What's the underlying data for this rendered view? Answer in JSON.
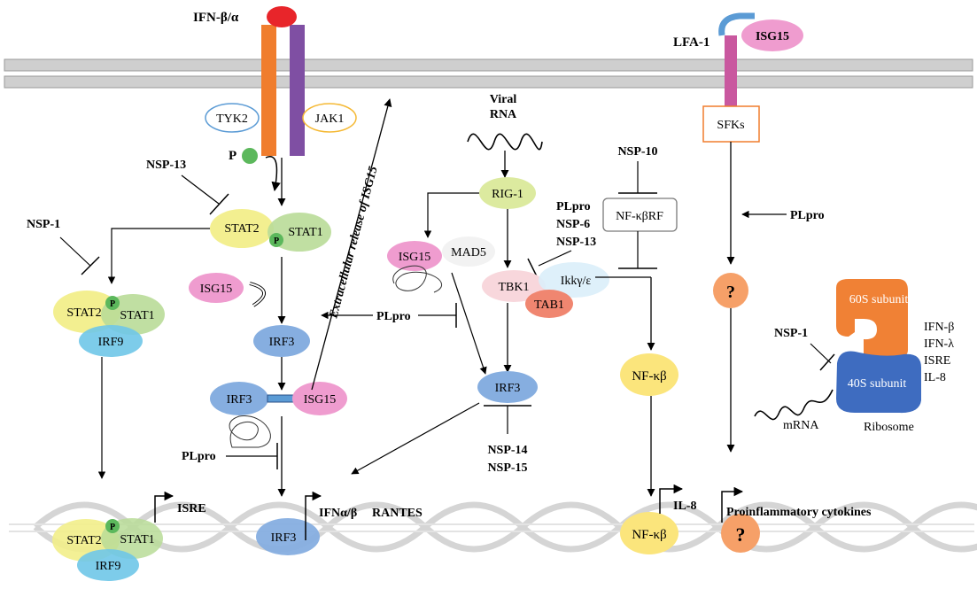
{
  "labels": {
    "ifn_beta_alpha": "IFN-β/α",
    "tyk2": "TYK2",
    "jak1": "JAK1",
    "p": "P",
    "nsp13_left": "NSP-13",
    "nsp1_left": "NSP-1",
    "stat2": "STAT2",
    "stat1": "STAT1",
    "irf9": "IRF9",
    "isg15": "ISG15",
    "irf3": "IRF3",
    "plpro": "PLpro",
    "extracellular": "Extracellular release of ISG15",
    "viral": "Viral",
    "rna": "RNA",
    "rig1": "RIG-1",
    "mad5": "MAD5",
    "tbk1": "TBK1",
    "ikk": "Ikkγ/ε",
    "tab1": "TAB1",
    "plpro_nsp_block": [
      "PLpro",
      "NSP-6",
      "NSP-13"
    ],
    "nsp14": "NSP-14",
    "nsp15": "NSP-15",
    "nsp10": "NSP-10",
    "nfkbrf": "NF-κβRF",
    "nfkb": "NF-κβ",
    "lfa1": "LFA-1",
    "sfks": "SFKs",
    "question": "?",
    "subunit_60s": "60S subunit",
    "subunit_40s": "40S  subunit",
    "ribosome": "Ribosome",
    "mrna": "mRNA",
    "nsp1_right": "NSP-1",
    "ifn_list": [
      "IFN-β",
      "IFN-λ",
      "ISRE",
      "IL-8"
    ],
    "isre": "ISRE",
    "ifna_b": "IFNα/β",
    "rantes": "RANTES",
    "il8": "IL-8",
    "proinflammatory": "Proinflammatory cytokines"
  },
  "colors": {
    "membrane": "#c8c8c8",
    "ifn_ligand": "#e8252a",
    "receptor_orange": "#f07d2d",
    "receptor_purple": "#7f4fa3",
    "tyk2_ring": "#5b9bd5",
    "jak1_ring": "#f5b935",
    "p_green": "#5cb85c",
    "stat2": "#f2ee8a",
    "stat1": "#b9dc98",
    "irf9": "#6fc6e8",
    "isg15": "#ef9ccf",
    "irf3": "#86aee0",
    "rig1": "#dcea9f",
    "tbk1": "#f8d7dc",
    "ikk": "#daeefa",
    "tab1": "#f08670",
    "nfkb": "#fbe57c",
    "question": "#f6a068",
    "lfa1": "#c9589f",
    "lfa1_cap": "#5b9bd5",
    "sfks_box": "#f07d2d",
    "ribosome_60s": "#f08135",
    "ribosome_40s": "#3e6cc0",
    "dna": "#bfbfbf"
  }
}
